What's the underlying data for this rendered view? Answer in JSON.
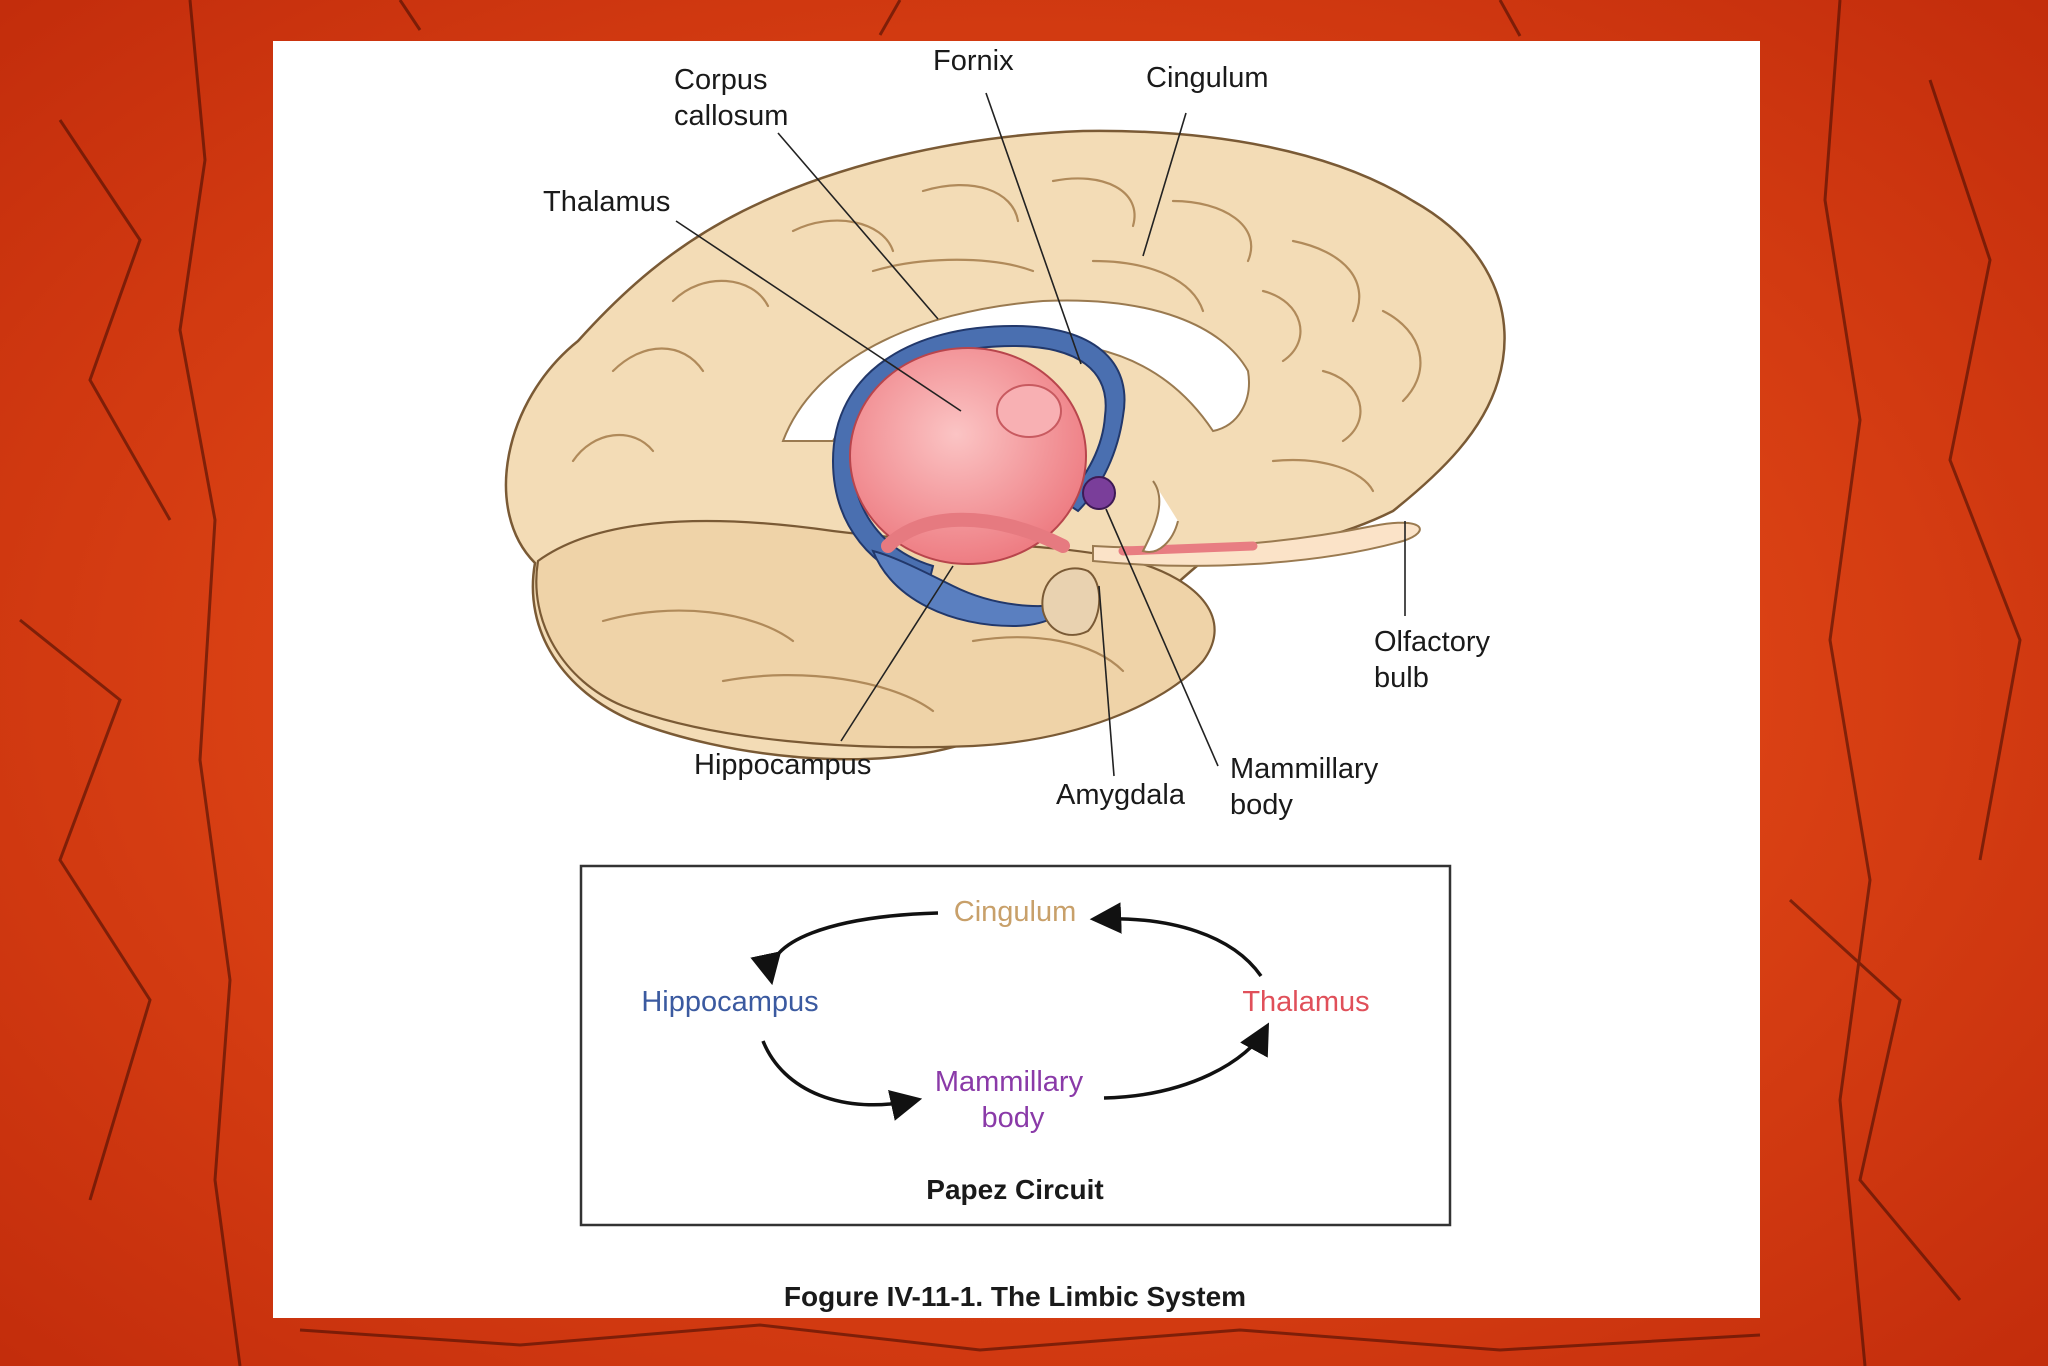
{
  "diagram": {
    "labels": {
      "corpus_callosum": [
        "Corpus",
        "callosum"
      ],
      "fornix": "Fornix",
      "cingulum": "Cingulum",
      "thalamus": "Thalamus",
      "olfactory_bulb": [
        "Olfactory",
        "bulb"
      ],
      "hippocampus": "Hippocampus",
      "amygdala": "Amygdala",
      "mammillary_body": [
        "Mammillary",
        "body"
      ]
    },
    "papez": {
      "title": "Papez Circuit",
      "nodes": {
        "cingulum": "Cingulum",
        "hippocampus": "Hippocampus",
        "thalamus": "Thalamus",
        "mammillary": [
          "Mammillary",
          "body"
        ]
      }
    },
    "caption": "Fogure IV-11-1. The Limbic System"
  },
  "colors": {
    "background": "#d93a12",
    "brain": "#f3dcb6",
    "thalamus": "#f28f93",
    "fornix": "#4a6fb0",
    "mammillary": "#7a3e9a",
    "cingulum_text": "#c8a06a",
    "hippocampus_text": "#3b5aa0",
    "thalamus_text": "#e0505a",
    "mammillary_text": "#8a3aa8"
  }
}
